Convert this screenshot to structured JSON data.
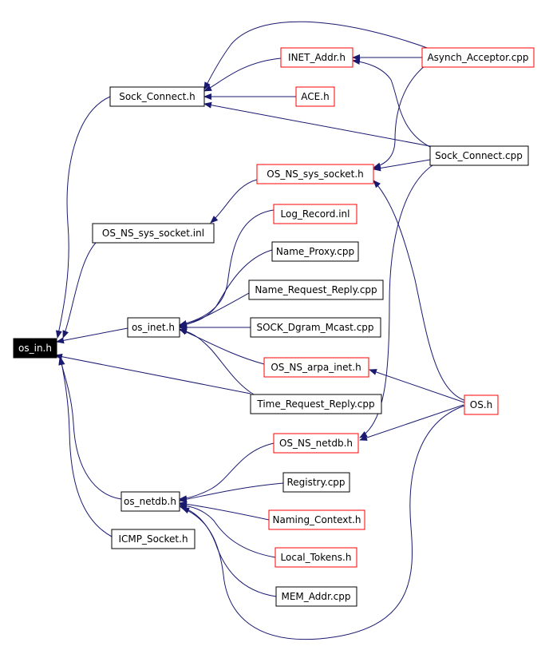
{
  "colors": {
    "edge": "#191970",
    "documented_border": "#000000",
    "undocumented_border": "#ff0000",
    "root_fill": "#000000",
    "root_text": "#ffffff"
  },
  "nodes": {
    "os_in": "os_in.h",
    "sock_connect_h": "Sock_Connect.h",
    "inet_addr": "INET_Addr.h",
    "ace": "ACE.h",
    "asynch_acceptor": "Asynch_Acceptor.cpp",
    "sock_connect_cpp": "Sock_Connect.cpp",
    "os_ns_sys_socket_h": "OS_NS_sys_socket.h",
    "os_ns_sys_socket_inl": "OS_NS_sys_socket.inl",
    "log_record": "Log_Record.inl",
    "name_proxy": "Name_Proxy.cpp",
    "name_request_reply": "Name_Request_Reply.cpp",
    "os_inet": "os_inet.h",
    "sock_dgram_mcast": "SOCK_Dgram_Mcast.cpp",
    "os_ns_arpa_inet": "OS_NS_arpa_inet.h",
    "time_request_reply": "Time_Request_Reply.cpp",
    "os_h": "OS.h",
    "os_ns_netdb": "OS_NS_netdb.h",
    "registry": "Registry.cpp",
    "os_netdb": "os_netdb.h",
    "naming_context": "Naming_Context.h",
    "icmp_socket": "ICMP_Socket.h",
    "local_tokens": "Local_Tokens.h",
    "mem_addr": "MEM_Addr.cpp"
  }
}
